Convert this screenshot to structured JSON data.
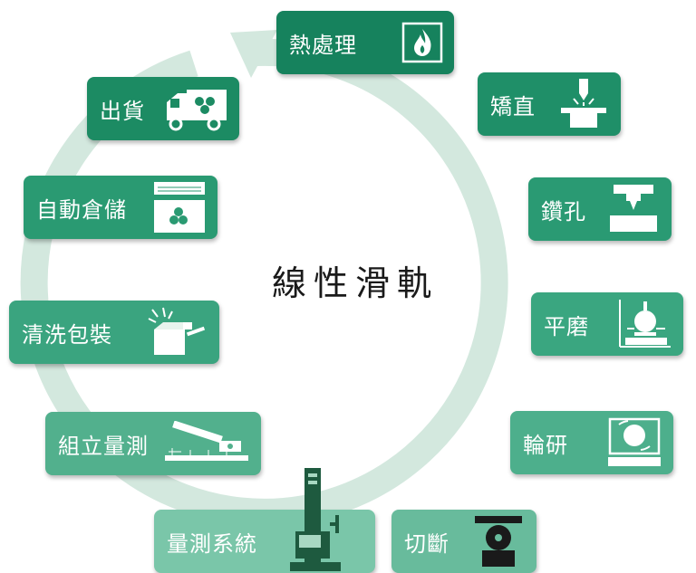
{
  "title": "線性滑軌",
  "steps": [
    {
      "label": "熱處理",
      "color": "#16825d",
      "icon": "fire-icon"
    },
    {
      "label": "矯直",
      "color": "#1f8f68",
      "icon": "press-icon"
    },
    {
      "label": "鑽孔",
      "color": "#2a9a73",
      "icon": "drill-icon"
    },
    {
      "label": "平磨",
      "color": "#3aa680",
      "icon": "grinder-icon"
    },
    {
      "label": "輪研",
      "color": "#4daf8c",
      "icon": "wheel-grind-icon"
    },
    {
      "label": "切斷",
      "color": "#68bb9c",
      "icon": "saw-icon"
    },
    {
      "label": "量測系統",
      "color": "#7ac6a9",
      "icon": "height-gauge-icon"
    },
    {
      "label": "組立量測",
      "color": "#52b08d",
      "icon": "caliper-icon"
    },
    {
      "label": "清洗包裝",
      "color": "#3aa47f",
      "icon": "wash-box-icon"
    },
    {
      "label": "自動倉儲",
      "color": "#2a9a72",
      "icon": "warehouse-icon"
    },
    {
      "label": "出貨",
      "color": "#1c8b63",
      "icon": "truck-icon"
    }
  ],
  "ring_color": "#cfe6dc"
}
